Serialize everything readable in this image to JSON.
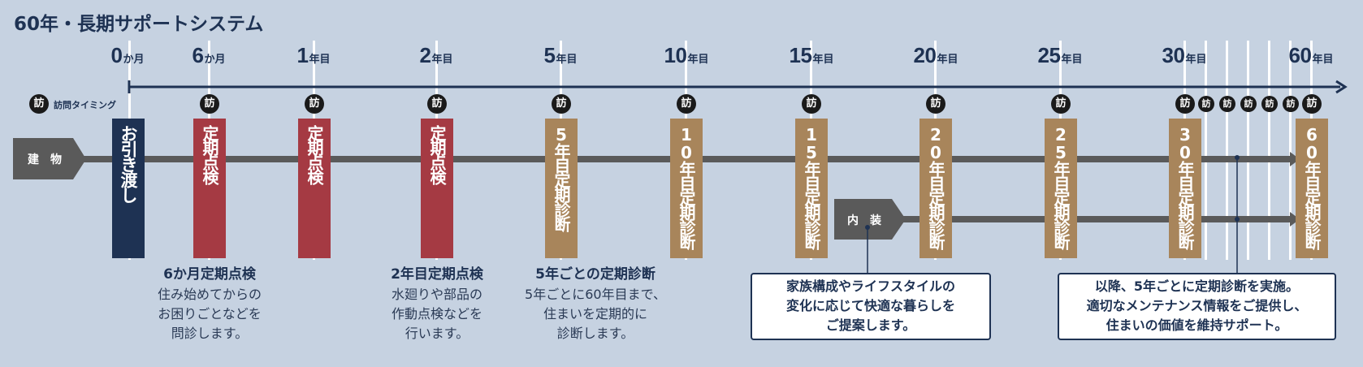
{
  "title": "60年・長期サポートシステム",
  "legend": {
    "icon": "訪",
    "label": "訪問タイミング"
  },
  "ticks": [
    {
      "num": "0",
      "unit": "か月"
    },
    {
      "num": "6",
      "unit": "か月"
    },
    {
      "num": "1",
      "unit": "年目"
    },
    {
      "num": "2",
      "unit": "年目"
    },
    {
      "num": "5",
      "unit": "年目"
    },
    {
      "num": "10",
      "unit": "年目"
    },
    {
      "num": "15",
      "unit": "年目"
    },
    {
      "num": "20",
      "unit": "年目"
    },
    {
      "num": "25",
      "unit": "年目"
    },
    {
      "num": "30",
      "unit": "年目"
    },
    {
      "num": "60",
      "unit": "年目"
    }
  ],
  "visit_icon": "訪",
  "tags": {
    "building": "建　物",
    "interior": "内　装"
  },
  "bars": {
    "handover": "お引き渡し",
    "check6m": "定期点検",
    "check1y": "定期点検",
    "check2y": "定期点検",
    "d5": "5年目定期診断",
    "d10": "10年目定期診断",
    "d15": "15年目定期診断",
    "d20": "20年目定期診断",
    "d25": "25年目定期診断",
    "d30": "30年目定期診断",
    "d60": "60年目定期診断"
  },
  "captions": {
    "c6m": {
      "title": "6か月定期点検",
      "l1": "住み始めてからの",
      "l2": "お困りごとなどを",
      "l3": "問診します。"
    },
    "c2y": {
      "title": "2年目定期点検",
      "l1": "水廻りや部品の",
      "l2": "作動点検などを",
      "l3": "行います。"
    },
    "c5y": {
      "title": "5年ごとの定期診断",
      "l1": "5年ごとに60年目まで、",
      "l2": "住まいを定期的に",
      "l3": "診断します。"
    }
  },
  "boxes": {
    "interior": {
      "l1": "家族構成やライフスタイルの",
      "l2": "変化に応じて快適な暮らしを",
      "l3": "ご提案します。"
    },
    "after30": {
      "l1": "以降、5年ごとに定期診断を実施。",
      "l2": "適切なメンテナンス情報をご提供し、",
      "l3": "住まいの価値を維持サポート。"
    }
  },
  "colors": {
    "navy": "#1e3253",
    "red": "#a53a43",
    "gold": "#a8855b",
    "gray": "#5a5a5a",
    "background": "#c6d2e1"
  }
}
